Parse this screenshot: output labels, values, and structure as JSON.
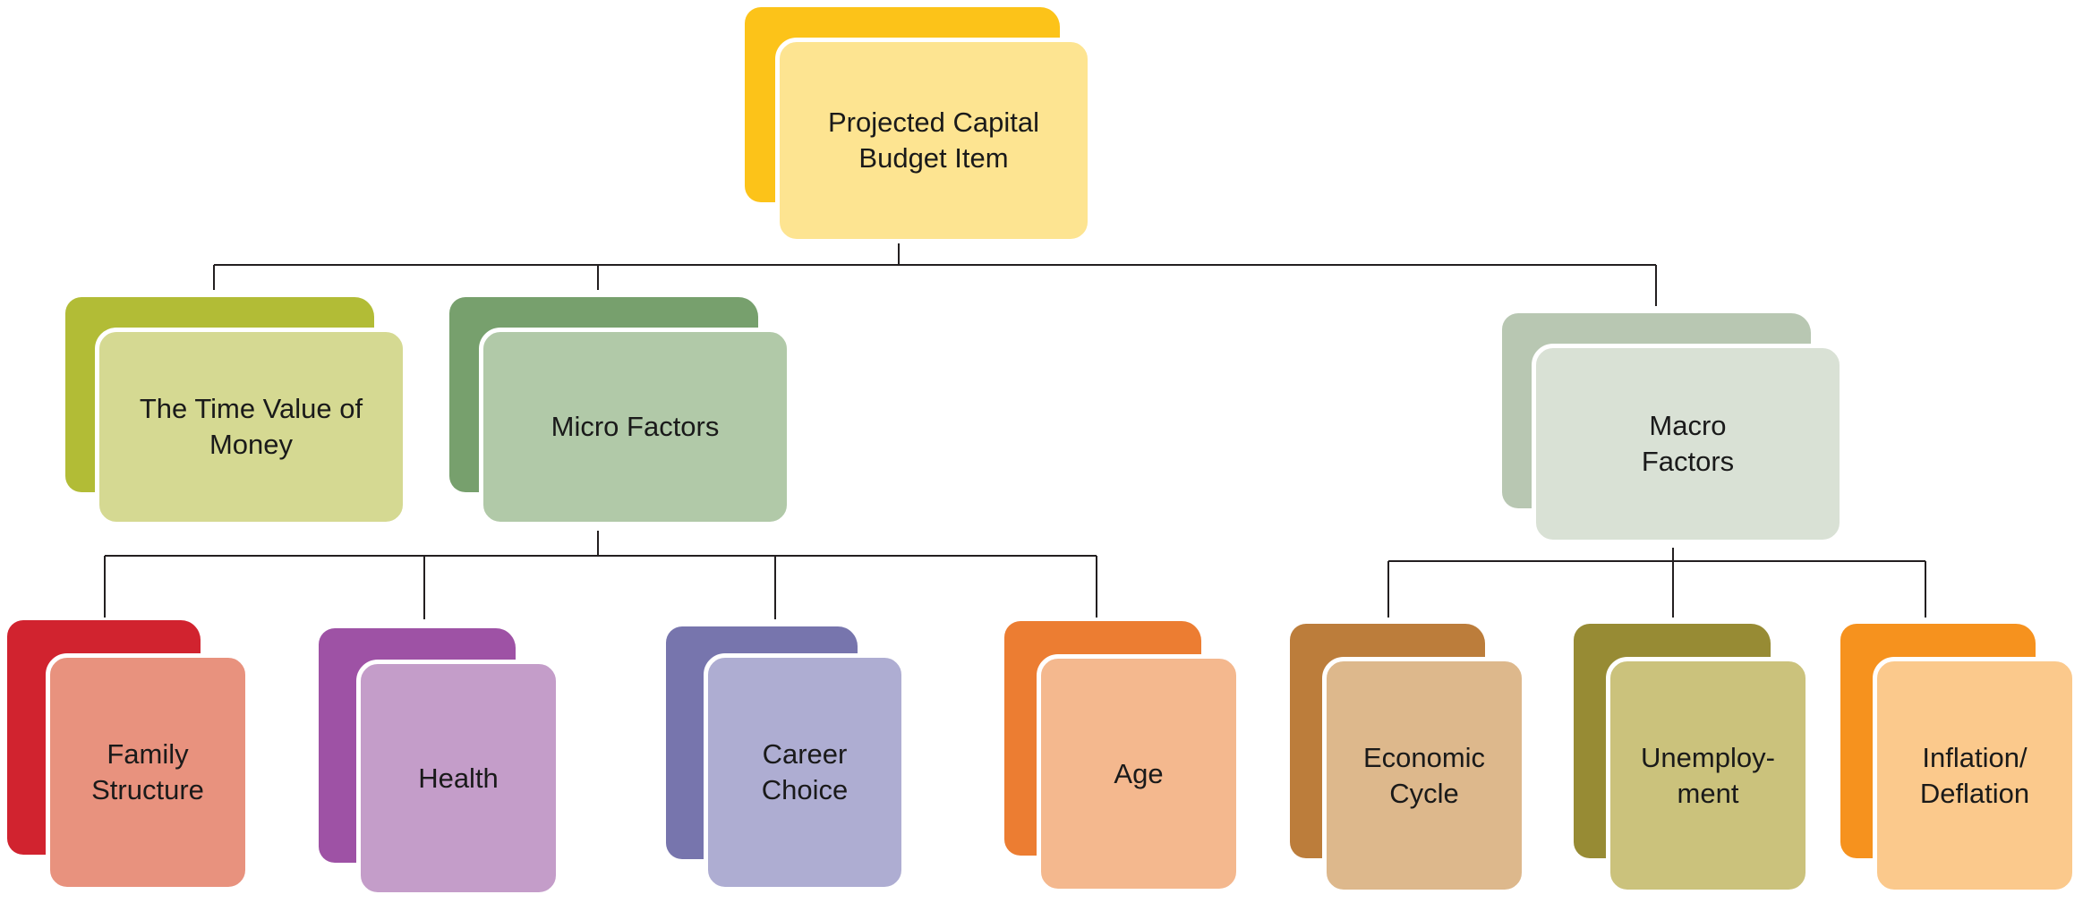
{
  "nodes": {
    "root": {
      "label": "Projected Capital\nBudget Item",
      "back_color": "#fcc319",
      "front_color": "#fde491"
    },
    "time_value": {
      "label": "The Time Value of\nMoney",
      "back_color": "#b2bc36",
      "front_color": "#d5d992"
    },
    "micro": {
      "label": "Micro Factors",
      "back_color": "#77a06d",
      "front_color": "#b1c9a8"
    },
    "macro": {
      "label": "Macro\nFactors",
      "back_color": "#b8c7b2",
      "front_color": "#d9e1d5"
    },
    "family": {
      "label": "Family\nStructure",
      "back_color": "#d1232f",
      "front_color": "#e8927e"
    },
    "health": {
      "label": "Health",
      "back_color": "#9e52a5",
      "front_color": "#c49dc9"
    },
    "career": {
      "label": "Career\nChoice",
      "back_color": "#7775ad",
      "front_color": "#aeadd2"
    },
    "age": {
      "label": "Age",
      "back_color": "#ec7d32",
      "front_color": "#f4b88e"
    },
    "economic": {
      "label": "Economic\nCycle",
      "back_color": "#bc7d3b",
      "front_color": "#ddb88c"
    },
    "unemployment": {
      "label": "Unemploy-\nment",
      "back_color": "#978b34",
      "front_color": "#cbc27c"
    },
    "inflation": {
      "label": "Inflation/\nDeflation",
      "back_color": "#f6921e",
      "front_color": "#fbc98c"
    }
  },
  "line_color": "#231f20"
}
